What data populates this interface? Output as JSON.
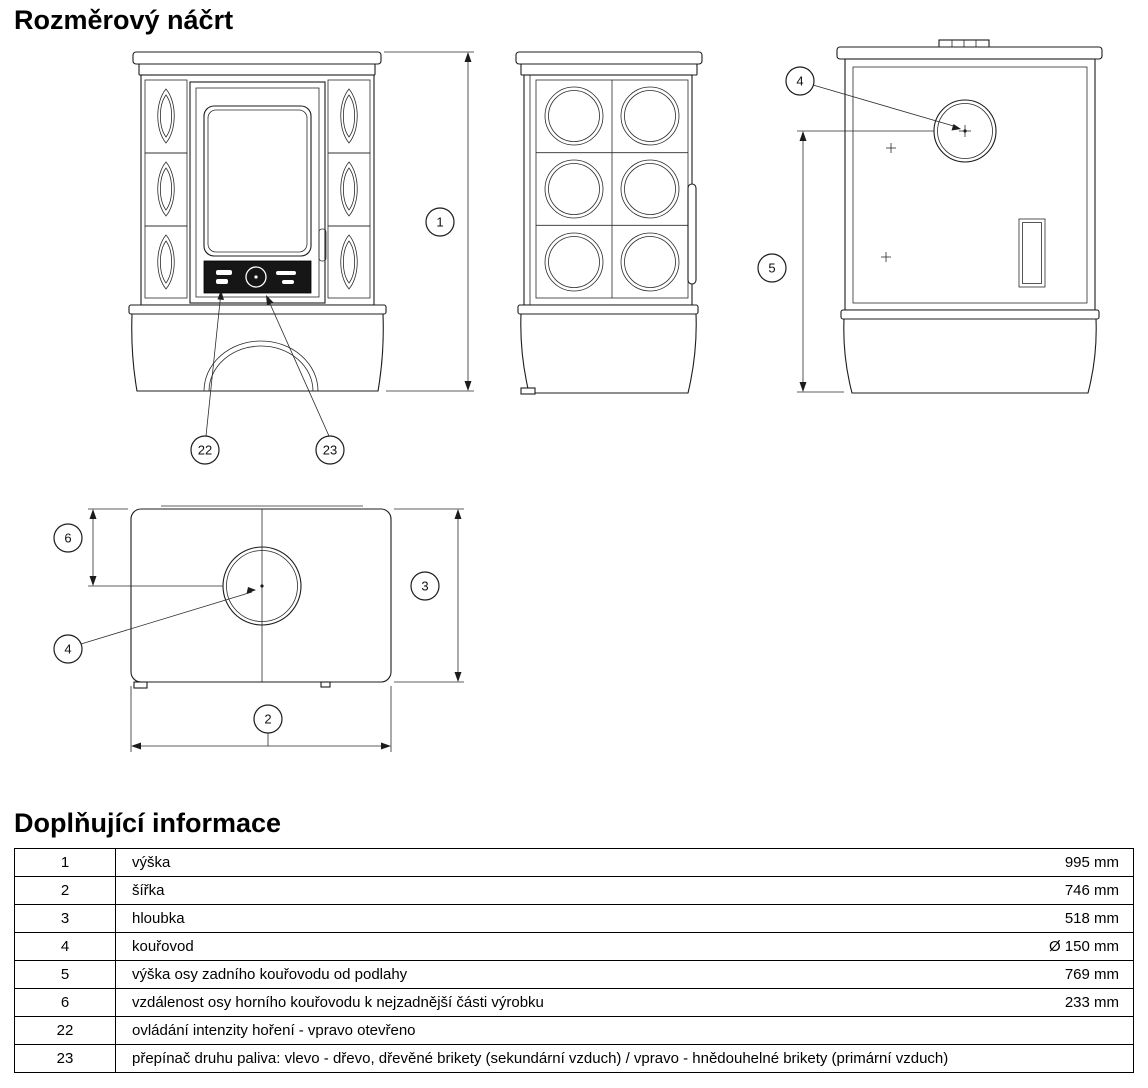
{
  "page": {
    "title": "Rozměrový náčrt",
    "section2_title": "Doplňující informace"
  },
  "callouts": {
    "c1": "1",
    "c2": "2",
    "c3": "3",
    "c4": "4",
    "c5": "5",
    "c6": "6",
    "c22": "22",
    "c23": "23"
  },
  "table": {
    "rows": [
      {
        "num": "1",
        "label": "výška",
        "value": "995 mm"
      },
      {
        "num": "2",
        "label": "šířka",
        "value": "746 mm"
      },
      {
        "num": "3",
        "label": "hloubka",
        "value": "518 mm"
      },
      {
        "num": "4",
        "label": "kouřovod",
        "value": "Ø 150 mm"
      },
      {
        "num": "5",
        "label": "výška osy zadního kouřovodu od podlahy",
        "value": "769 mm"
      },
      {
        "num": "6",
        "label": "vzdálenost osy horního kouřovodu k nejzadnější části výrobku",
        "value": "233 mm"
      },
      {
        "num": "22",
        "label": "ovládání intenzity hoření - vpravo otevřeno",
        "value": ""
      },
      {
        "num": "23",
        "label": "přepínač druhu paliva: vlevo - dřevo, dřevěné brikety (sekundární vzduch) / vpravo - hnědouhelné brikety (primární vzduch)",
        "value": ""
      }
    ]
  }
}
